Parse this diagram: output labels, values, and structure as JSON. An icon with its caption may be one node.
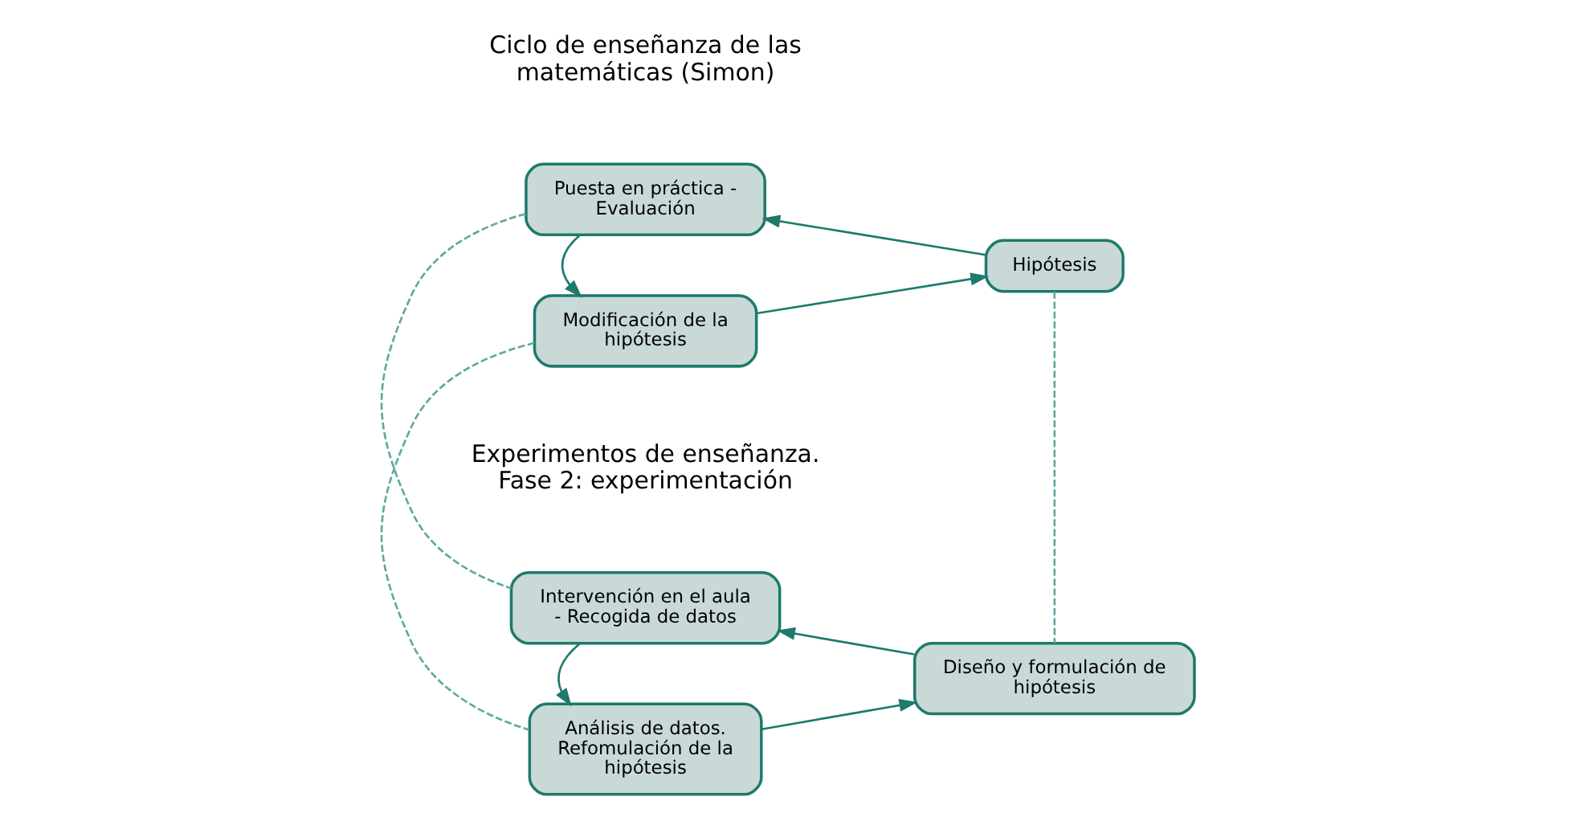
{
  "diagram": {
    "nodes": [
      {
        "text": [
          "Puesta en práctica - Evaluación"
        ]
      },
      {
        "text": [
          "Hipótesis"
        ]
      },
      {
        "text": [
          "Modificación de la hipótesis"
        ]
      },
      {
        "text": [
          "Intervención en el aula - Recogida de datos"
        ]
      },
      {
        "text": [
          "Diseño y formulación de hipótesis"
        ]
      },
      {
        "text": [
          "Análisis de datos. Refomulación de la hipótesis"
        ]
      }
    ],
    "edges": [
      {
        "from": 1,
        "to": 0,
        "arrow": "to"
      },
      {
        "from": 0,
        "to": 2,
        "arrow": "to"
      },
      {
        "from": 2,
        "to": 1,
        "arrow": "to"
      },
      {
        "from": 4,
        "to": 3,
        "arrow": "to"
      },
      {
        "from": 3,
        "to": 5,
        "arrow": "to"
      },
      {
        "from": 5,
        "to": 4,
        "arrow": "to"
      },
      {
        "from": 0,
        "to": 3,
        "arrow": "none",
        "style": "dashed",
        "color": "#5fa8a0"
      },
      {
        "from": 1,
        "to": 4,
        "arrow": "none",
        "style": "dashed",
        "color": "#5fa8a0"
      },
      {
        "from": 2,
        "to": 5,
        "arrow": "none",
        "style": "dashed",
        "color": "#5fa8a0"
      }
    ],
    "labels": [
      "Ciclo de enseñanza de las matemáticas (Simon)",
      "Experimentos de enseñanza. Fase 2: experimentación"
    ]
  }
}
